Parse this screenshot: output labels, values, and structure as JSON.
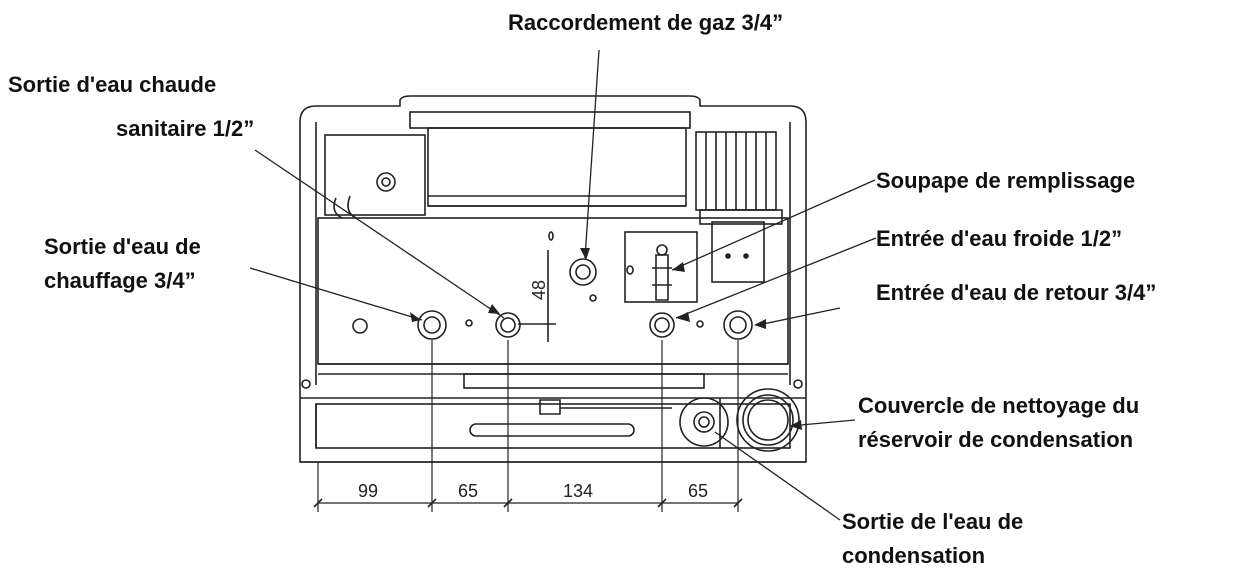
{
  "labels": {
    "gas": "Raccordement de gaz 3/4”",
    "hot_water_line1": "Sortie d'eau chaude",
    "hot_water_line2": "sanitaire 1/2”",
    "heating_line1": "Sortie d'eau de",
    "heating_line2": "chauffage 3/4”",
    "fill_valve": "Soupape de remplissage",
    "cold_water": "Entrée d'eau froide 1/2”",
    "return_water": "Entrée d'eau de retour 3/4”",
    "cleaning_line1": "Couvercle de nettoyage du",
    "cleaning_line2": "réservoir de condensation",
    "condensate_line1": "Sortie de l'eau de",
    "condensate_line2": "condensation"
  },
  "dimensions": {
    "d1": "99",
    "d2": "65",
    "d3": "134",
    "d4": "65",
    "vertical": "48"
  }
}
